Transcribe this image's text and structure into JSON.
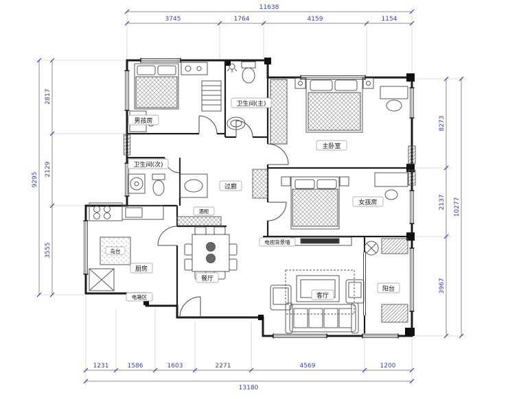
{
  "title": "apartment-floor-plan",
  "rooms": {
    "boys_room": "男孩房",
    "bath_master": "卫生间(主)",
    "master_bedroom": "主卧室",
    "bath_second": "卫生间(次)",
    "corridor": "过廊",
    "girls_room": "女孩房",
    "wine_cabinet": "酒柜",
    "kitchen": "厨房",
    "island": "岛台",
    "dining": "餐厅",
    "living": "客厅",
    "balcony": "阳台",
    "tv_wall": "电视背景墙",
    "electric_box": "电箱区"
  },
  "dimensions": {
    "top": {
      "total": "11638",
      "segments": [
        "3745",
        "1764",
        "4159",
        "1154"
      ]
    },
    "left": {
      "total": "9295",
      "segments": [
        "2817",
        "2129",
        "3555"
      ]
    },
    "right": {
      "total": "10277",
      "segments": [
        "8273",
        "2137",
        "3967"
      ]
    },
    "bottom": {
      "total": "13180",
      "segments": [
        "1231",
        "1586",
        "1603",
        "2271",
        "4569",
        "1200"
      ]
    }
  },
  "colors": {
    "dimension_text": "#2f3fbf",
    "wall": "#1c1c1c",
    "furniture": "#555555"
  }
}
